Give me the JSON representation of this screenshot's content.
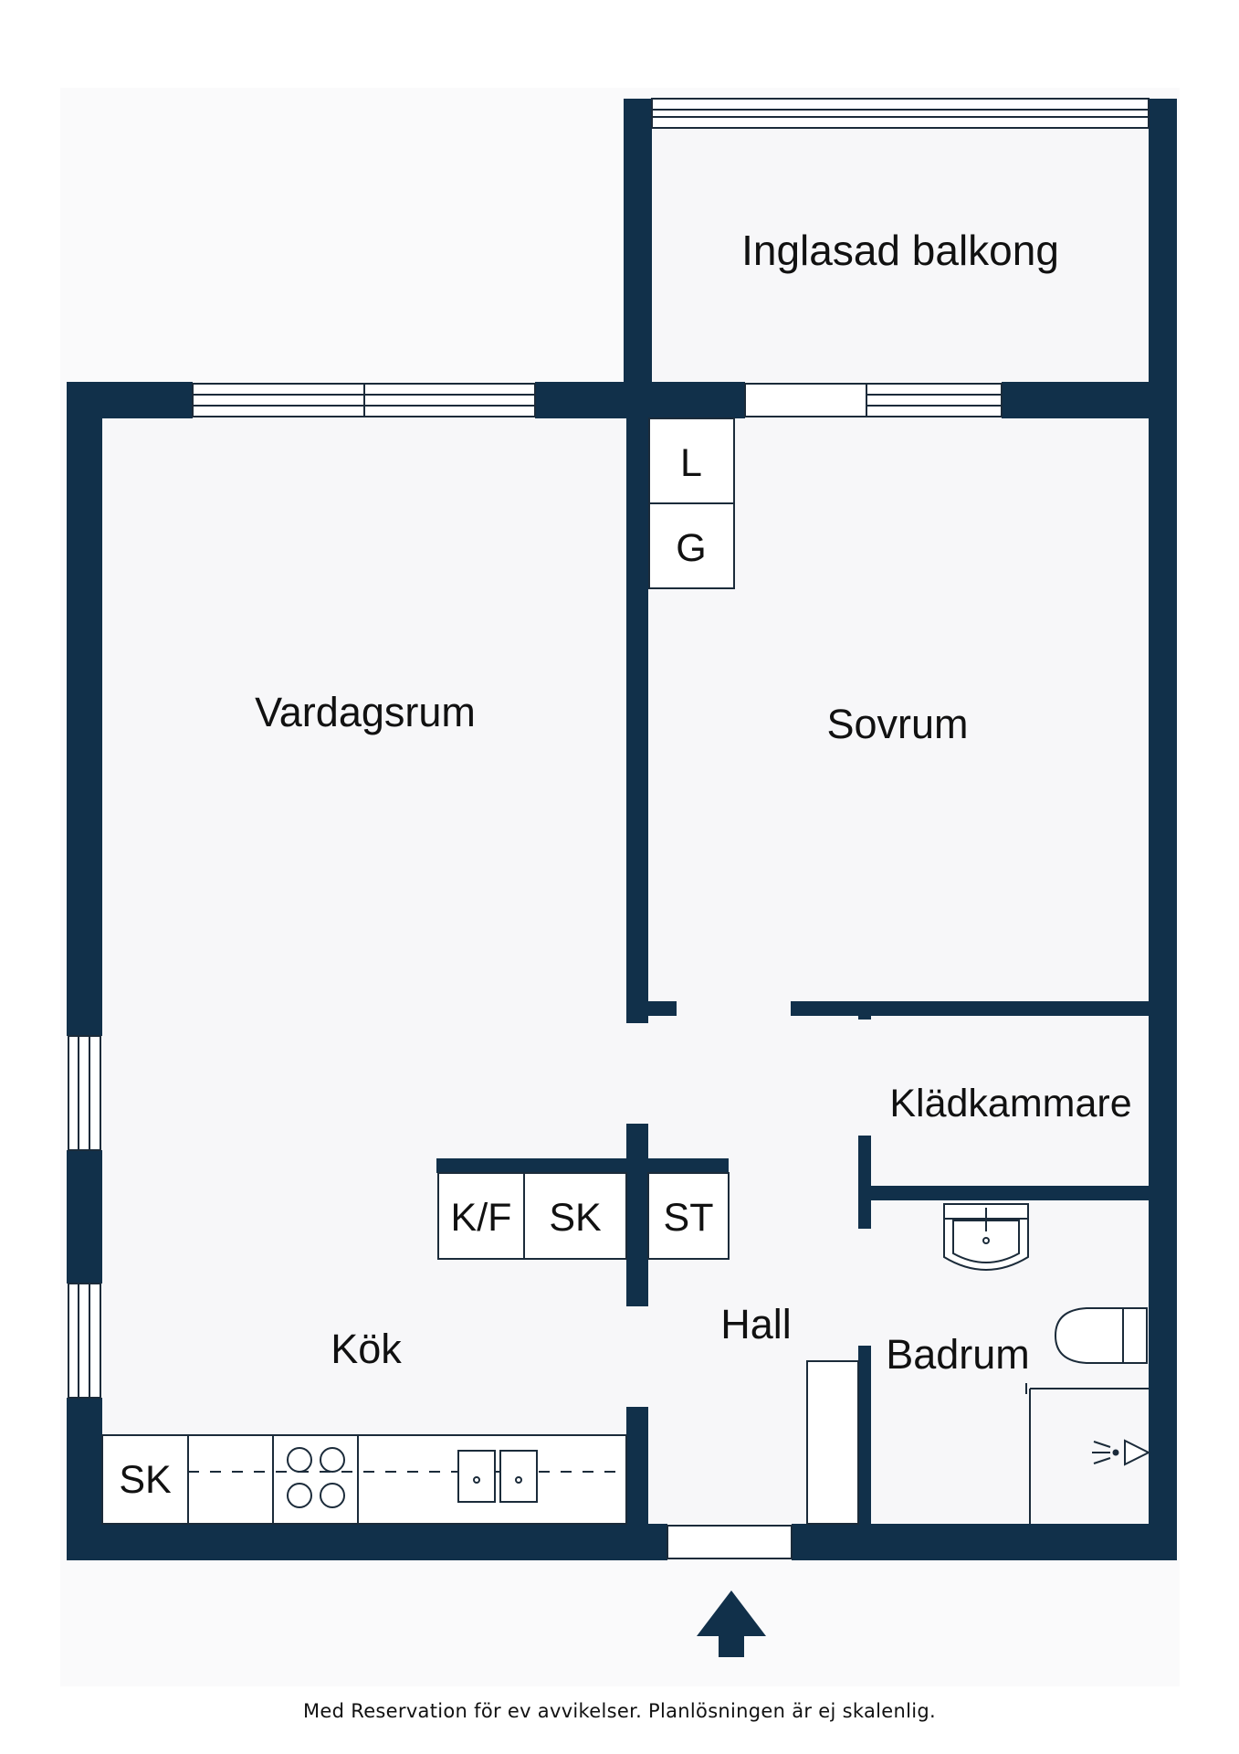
{
  "colors": {
    "wall": "#11304a",
    "floor": "#f7f7f9",
    "line": "#1b2b3a",
    "label": "#111111"
  },
  "rooms": {
    "balcony": "Inglasad balkong",
    "living_room": "Vardagsrum",
    "bedroom": "Sovrum",
    "walk_in_closet": "Klädkammare",
    "kitchen": "Kök",
    "hall": "Hall",
    "bathroom": "Badrum"
  },
  "fixtures": {
    "linen_closet": "L",
    "wardrobe": "G",
    "fridge_freezer": "K/F",
    "hall_cabinet": "SK",
    "storage": "ST",
    "kitchen_cabinet": "SK"
  },
  "icons": {
    "entrance": "arrow-up-icon",
    "stove": "stove-icon",
    "sink": "kitchen-sink-icon",
    "washbasin": "washbasin-icon",
    "toilet": "toilet-icon",
    "shower": "shower-icon"
  },
  "footer": {
    "disclaimer": "Med Reservation för ev avvikelser. Planlösningen är ej skalenlig."
  }
}
